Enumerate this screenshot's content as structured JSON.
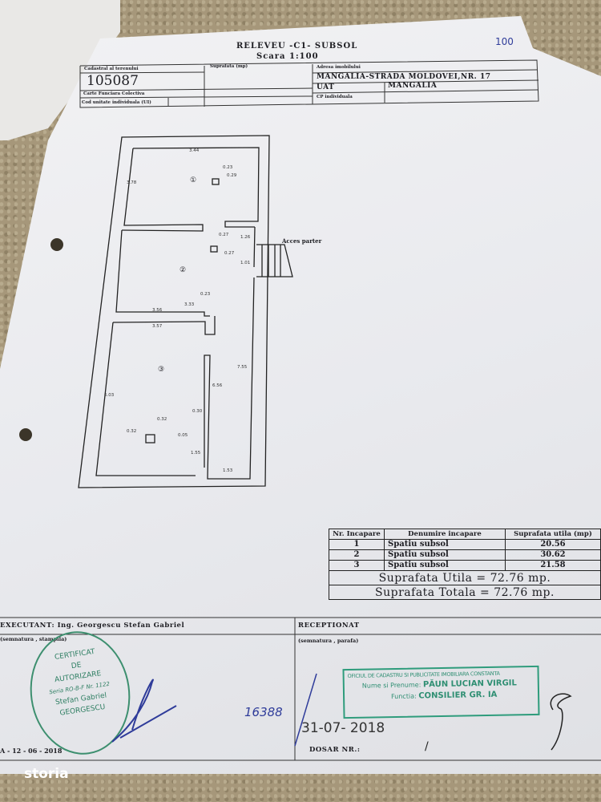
{
  "header": {
    "title": "RELEVEU -C1- SUBSOL",
    "scale": "Scara 1:100",
    "page_note": "100",
    "labels": {
      "cadastral": "Cadastral al terenului",
      "surface": "Suprafata (mp)",
      "address_label": "Adresa imobilului",
      "carte": "Carte Funciara Colectiva",
      "cod": "Cod unitate individuala (UI)",
      "uat": "UAT",
      "cp": "CP individuala"
    },
    "cadastral_number": "105087",
    "address": "MANGALIA-STRADA MOLDOVEI,NR. 17",
    "uat_value": "MANGALIA"
  },
  "plan": {
    "rooms": [
      "①",
      "②",
      "③"
    ],
    "access_label": "Acces parter",
    "dimensions": [
      "3.44",
      "3.78",
      "0.23",
      "0.29",
      "0.27",
      "0.27",
      "1.26",
      "1.01",
      "3.56",
      "3.33",
      "0.23",
      "3.57",
      "6.03",
      "6.56",
      "7.55",
      "0.30",
      "0.05",
      "1.55",
      "0.32",
      "0.32",
      "1.53"
    ]
  },
  "rooms_table": {
    "headers": [
      "Nr. Incapare",
      "Denumire incapare",
      "Suprafata utila (mp)"
    ],
    "rows": [
      {
        "nr": "1",
        "name": "Spatiu subsol",
        "area": "20.56"
      },
      {
        "nr": "2",
        "name": "Spatiu subsol",
        "area": "30.62"
      },
      {
        "nr": "3",
        "name": "Spatiu subsol",
        "area": "21.58"
      }
    ],
    "total_util": "Suprafata Utila = 72.76 mp.",
    "total_total": "Suprafata Totala = 72.76 mp."
  },
  "footer": {
    "executant": "EXECUTANT: Ing. Georgescu Stefan Gabriel",
    "executant_sub": "(semnatura , stampila)",
    "executant_date": "A - 12 - 06 - 2018",
    "receptionat": "RECEPTIONAT",
    "receptionat_sub": "(semnatura , parafa)",
    "handwritten_number": "16388",
    "date": "31-07- 2018",
    "dosar": "DOSAR NR.:",
    "dosar_value": "/"
  },
  "stamp_executant": [
    "CERTIFICAT",
    "DE",
    "AUTORIZARE",
    "Seria RO-B-F Nr. 1122",
    "Stefan Gabriel",
    "GEORGESCU"
  ],
  "stamp_ocpi": {
    "office": "OFICIUL DE CADASTRU SI PUBLICITATE IMOBILIARA CONSTANTA",
    "name_label": "Nume si Prenume:",
    "name": "PĂUN LUCIAN VIRGIL",
    "function_label": "Functia:",
    "function": "CONSILIER GR. IA"
  },
  "watermark": "storia",
  "colors": {
    "stamp_green": "#2f9c7c",
    "ink_blue": "#2f3c9a",
    "paper": "#eceef1"
  }
}
